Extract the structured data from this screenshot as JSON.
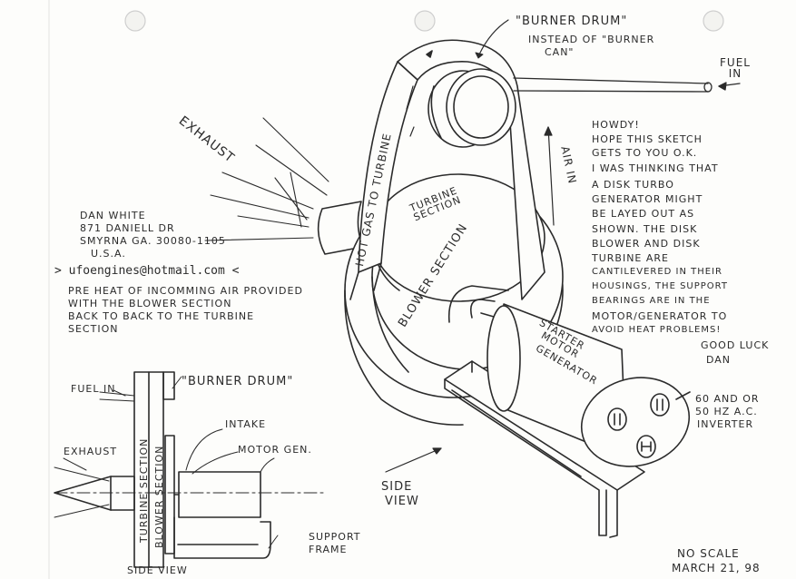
{
  "labels": {
    "burner_drum_title": "\"BURNER DRUM\"",
    "instead_of": "INSTEAD OF \"BURNER",
    "can": "CAN\"",
    "fuel_in_main": "FUEL IN",
    "exhaust_main": "EXHAUST",
    "hot_gas": "HOT GAS TO TURBINE",
    "air_in": "AIR IN",
    "turbine_section_main": "TURBINE SECTION",
    "blower_section_main": "BLOWER SECTION",
    "starter": "STARTER",
    "motor": "MOTOR",
    "generator": "GENERATOR",
    "inverter_note": [
      "60 AND OR",
      "50 HZ A.C.",
      "INVERTER"
    ],
    "side_view_main": [
      "SIDE",
      "VIEW"
    ],
    "no_scale": "NO SCALE",
    "date": "MARCH 21, 98"
  },
  "address": [
    "DAN WHITE",
    "871 DANIELL DR",
    "SMYRNA GA. 30080-1105",
    "U.S.A."
  ],
  "email": "> ufoengines@hotmail.com <",
  "preheat_note": [
    "PRE HEAT OF INCOMMING AIR PROVIDED",
    "WITH THE BLOWER SECTION",
    "BACK TO BACK TO THE TURBINE",
    "SECTION"
  ],
  "letter": [
    "HOWDY!",
    "HOPE THIS SKETCH",
    "GETS TO YOU O.K.",
    "I WAS THINKING THAT",
    "A DISK TURBO",
    "GENERATOR MIGHT",
    "BE LAYED OUT AS",
    "SHOWN. THE DISK",
    "BLOWER AND DISK",
    "TURBINE ARE",
    "CANTILEVERED IN THEIR",
    "HOUSINGS, THE SUPPORT",
    "BEARINGS ARE IN THE",
    "MOTOR/GENERATOR TO",
    "AVOID HEAT PROBLEMS!",
    "GOOD LUCK",
    "DAN"
  ],
  "side_view": {
    "fuel_in": "FUEL IN",
    "burner_drum": "\"BURNER DRUM\"",
    "intake": "INTAKE",
    "exhaust": "EXHAUST",
    "motor_gen": "MOTOR GEN.",
    "turbine_section": "TURBINE SECTION",
    "blower_section": "BLOWER SECTION",
    "support_frame": [
      "SUPPORT",
      "FRAME"
    ],
    "caption": "SIDE VIEW"
  },
  "colors": {
    "ink": "#2b2b2b",
    "paper": "#fdfdfb"
  }
}
